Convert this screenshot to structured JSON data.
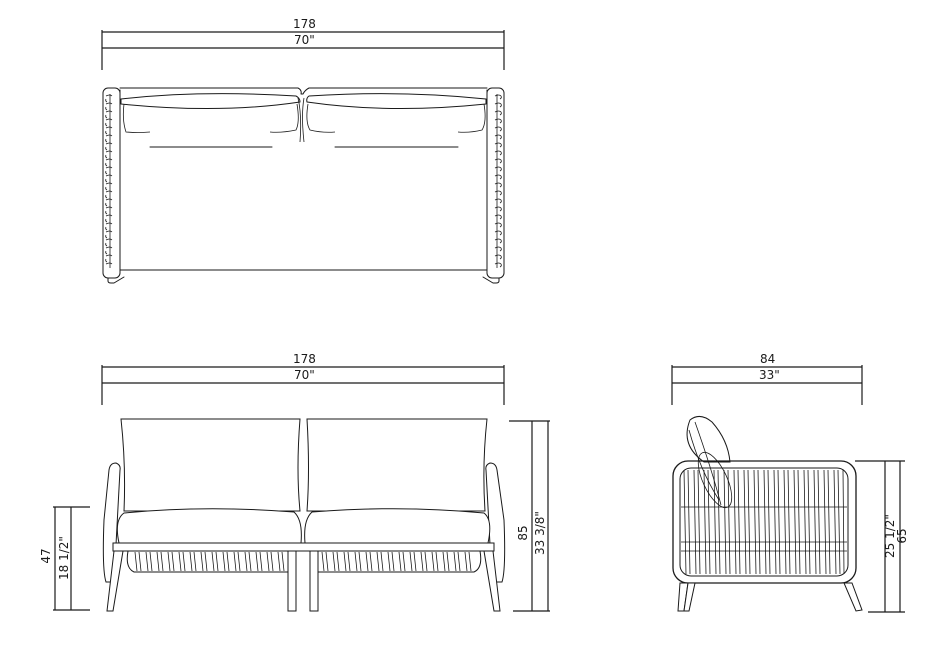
{
  "drawing": {
    "subject": "two-seat sofa",
    "views": [
      "top-view",
      "front-view",
      "side-view"
    ]
  },
  "top_view": {
    "width_cm": "178",
    "width_in": "70\""
  },
  "front_view": {
    "width_cm": "178",
    "width_in": "70\"",
    "seat_height_cm": "47",
    "seat_height_in": "18 1/2\"",
    "total_height_cm": "85",
    "total_height_in": "33 3/8\""
  },
  "side_view": {
    "depth_cm": "84",
    "depth_in": "33\"",
    "arm_height_cm": "65",
    "arm_height_in": "25 1/2\""
  },
  "colors": {
    "line": "#1a1a1a",
    "background": "#ffffff"
  }
}
